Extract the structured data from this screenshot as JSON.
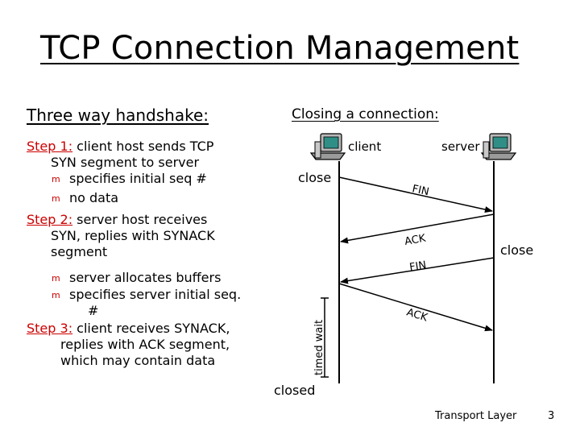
{
  "title": "TCP Connection Management",
  "handshake": {
    "heading": "Three way handshake:",
    "step1": {
      "label": "Step 1:",
      "text": " client host sends TCP",
      "cont": "SYN segment to server",
      "bullets": [
        "specifies initial seq #",
        "no data"
      ]
    },
    "step2": {
      "label": "Step 2:",
      "text": " server host receives",
      "cont1": "SYN, replies with SYNACK",
      "cont2": "segment",
      "bullets": [
        "server allocates buffers",
        "specifies server initial seq."
      ],
      "bullet2_cont": "#"
    },
    "step3": {
      "label": "Step 3:",
      "text": " client receives SYNACK,",
      "cont1": "replies with ACK segment,",
      "cont2": "which may contain data"
    },
    "bullet_glyph": "m"
  },
  "closing": {
    "heading": "Closing a connection:",
    "client_label": "client",
    "server_label": "server",
    "client_close": "close",
    "server_close": "close",
    "closed": "closed",
    "timed_wait": "timed wait",
    "messages": [
      "FIN",
      "ACK",
      "FIN",
      "ACK"
    ]
  },
  "footer": {
    "section": "Transport Layer",
    "page": "3"
  },
  "colors": {
    "step_label": "#cc0000",
    "text": "#000000",
    "computer_teal": "#2f8f87"
  }
}
